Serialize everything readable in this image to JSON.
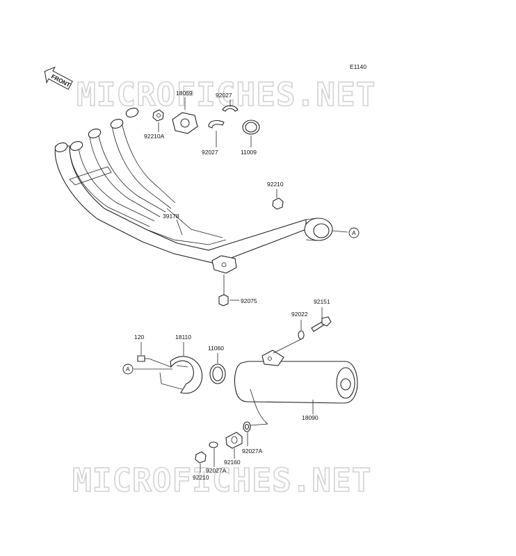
{
  "diagram_code": "E1140",
  "watermark_text": "MICROFICHES.NET",
  "front_label": "FRONT",
  "ref_markers": {
    "a_top": "A",
    "a_left": "A"
  },
  "part_labels": {
    "p18069": "18069",
    "p92027_top": "92027",
    "p92210A": "92210A",
    "p92027_bottom": "92027",
    "p11009": "11009",
    "p92210_right": "92210",
    "p39178": "39178",
    "p92075": "92075",
    "p92151": "92151",
    "p92022": "92022",
    "p120": "120",
    "p18110": "18110",
    "p11060": "11060",
    "p18090": "18090",
    "p92027A_right": "92027A",
    "p92160": "92160",
    "p92027A_bottom": "92027A",
    "p92210_bottom": "92210"
  },
  "colors": {
    "line": "#222222",
    "watermark": "#d2d2d2",
    "background": "#ffffff"
  }
}
